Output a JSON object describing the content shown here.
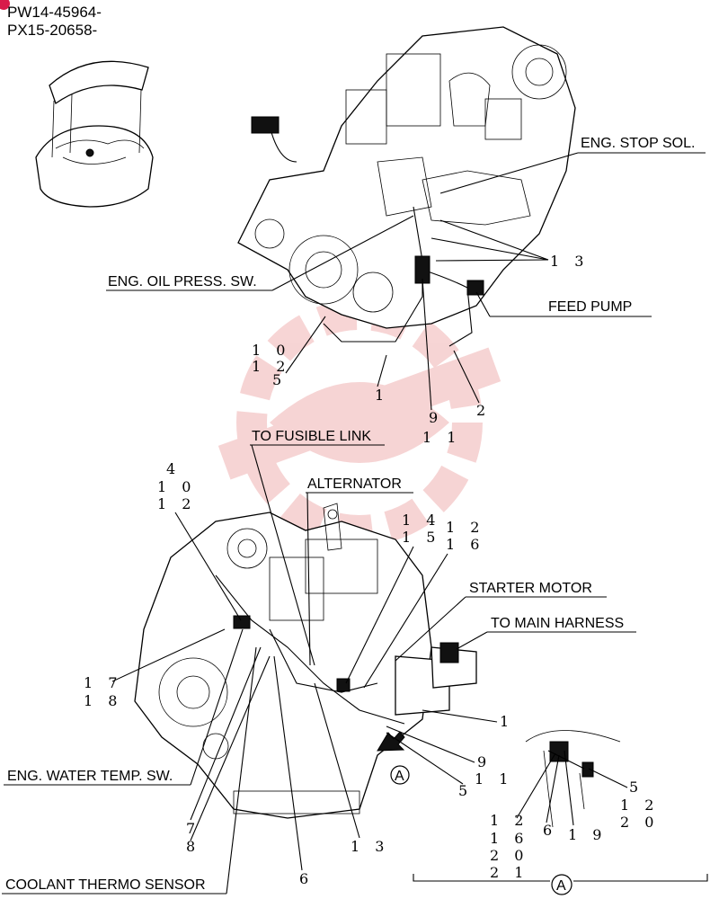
{
  "serials": [
    "PW14-45964-",
    "PX15-20658-"
  ],
  "callouts": {
    "eng_stop_sol": "ENG. STOP SOL.",
    "eng_oil_press_sw": "ENG. OIL PRESS. SW.",
    "feed_pump": "FEED PUMP",
    "to_fusible_link": "TO FUSIBLE LINK",
    "alternator": "ALTERNATOR",
    "starter_motor": "STARTER MOTOR",
    "to_main_harness": "TO MAIN HARNESS",
    "eng_water_temp_sw": "ENG. WATER TEMP. SW.",
    "coolant_thermo_sensor": "COOLANT THERMO SENSOR"
  },
  "view_marker": "A",
  "part_numbers": {
    "top_13": "1 3",
    "top_10": "1 0",
    "top_12": "1 2",
    "top_5": "5",
    "top_1": "1",
    "top_9": "9",
    "top_11": "1 1",
    "top_2": "2",
    "mid_4": "4",
    "mid_10": "1 0",
    "mid_12": "1 2",
    "mid_14": "1 4",
    "mid_15": "1 5",
    "mid_12b": "1 2",
    "mid_16": "1 6",
    "mid_17": "1 7",
    "mid_18": "1 8",
    "mid_1": "1",
    "mid_9": "9",
    "mid_5": "5",
    "mid_11": "1 1",
    "bot_7": "7",
    "bot_8": "8",
    "bot_13": "1 3",
    "bot_6": "6",
    "a_12": "1 2",
    "a_16": "1 6",
    "a_20": "2 0",
    "a_21": "2 1",
    "a_6": "6",
    "a_19": "1 9",
    "a_5": "5",
    "a_12b": "1 2",
    "a_20b": "2 0"
  }
}
